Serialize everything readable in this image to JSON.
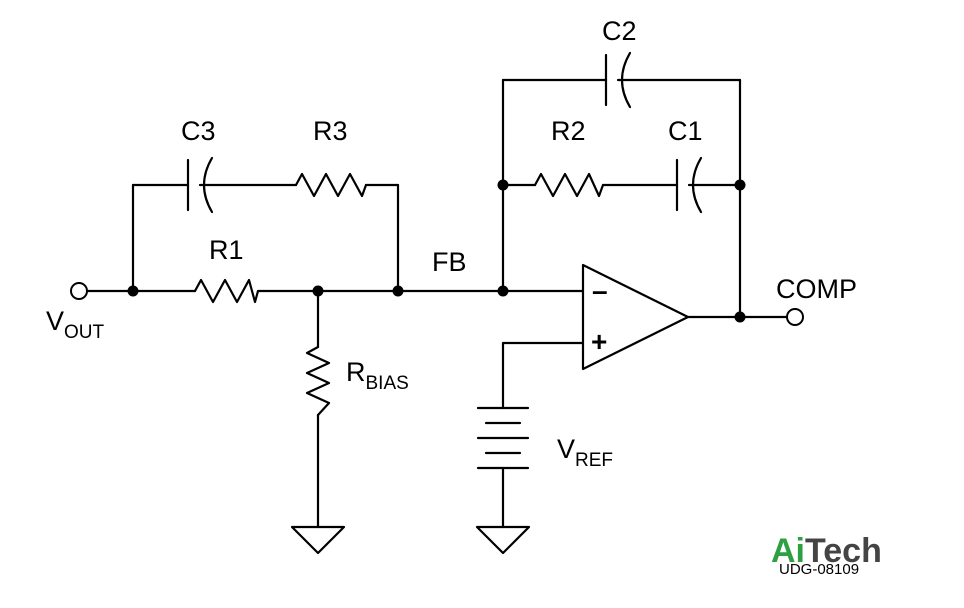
{
  "labels": {
    "c2": "C2",
    "c3": "C3",
    "r3": "R3",
    "r2": "R2",
    "c1": "C1",
    "r1": "R1",
    "fb": "FB",
    "comp": "COMP",
    "vout_main": "V",
    "vout_sub": "OUT",
    "rbias_main": "R",
    "rbias_sub": "BIAS",
    "vref_main": "V",
    "vref_sub": "REF",
    "opamp_minus": "–",
    "opamp_plus": "+"
  },
  "logo": {
    "part1": "Ai",
    "part2": "Tech",
    "color1": "#2ea043",
    "color2": "#444444"
  },
  "figure_id": "UDG-08109"
}
